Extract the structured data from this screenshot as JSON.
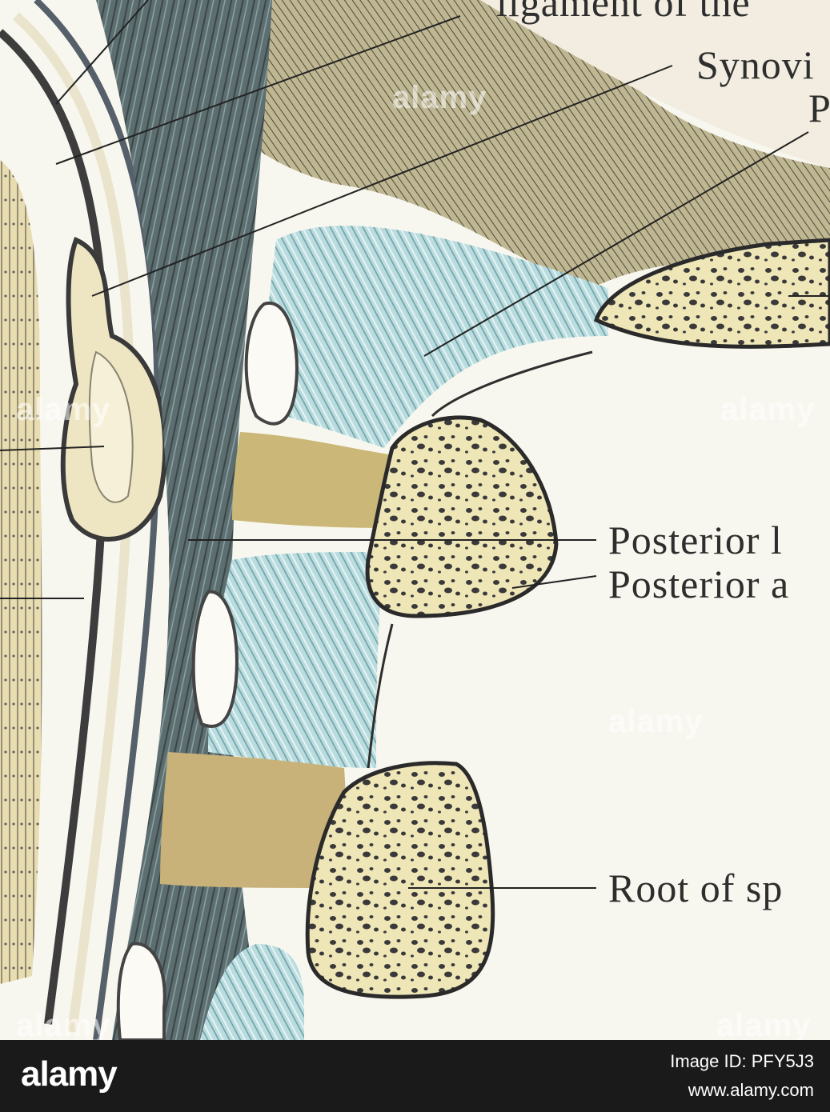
{
  "labels": {
    "ligament": "ligament of the",
    "synovial": "Synovi",
    "partial_p": "P",
    "posterior_lig": "Posterior l",
    "posterior_arch": "Posterior a",
    "root": "Root of sp"
  },
  "watermark": "alamy",
  "footer": {
    "brand": "alamy",
    "image_id": "Image ID: PFY5J3",
    "site": "www.alamy.com"
  }
}
